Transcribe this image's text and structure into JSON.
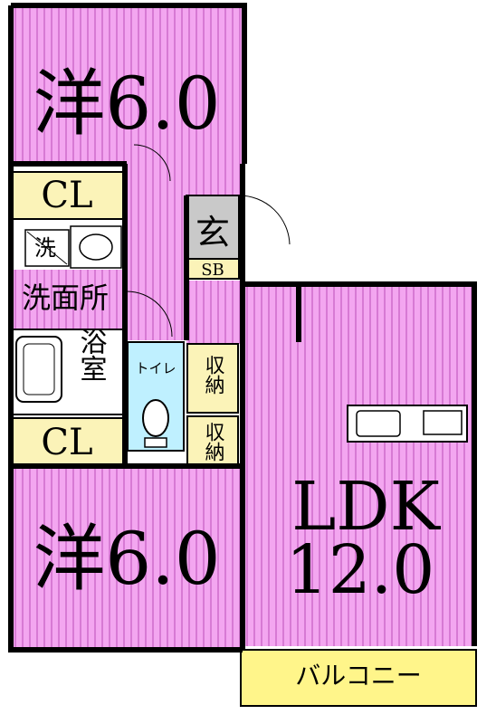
{
  "rooms": {
    "bedroom_north": {
      "label": "洋6.0"
    },
    "bedroom_south": {
      "label": "洋6.0"
    },
    "ldk": {
      "label": "LDK",
      "size": "12.0"
    },
    "closet_north": {
      "label": "CL"
    },
    "closet_south": {
      "label": "CL"
    },
    "entrance": {
      "label": "玄"
    },
    "shoe_box": {
      "label": "SB"
    },
    "washer": {
      "label": "洗"
    },
    "washroom": {
      "label": "洗面所"
    },
    "bath": {
      "label": "浴室"
    },
    "toilet": {
      "label": "トイレ"
    },
    "storage_1": {
      "label": "収納"
    },
    "storage_2": {
      "label": "収納"
    },
    "balcony": {
      "label": "バルコニー"
    }
  },
  "colors": {
    "room_fill": "#f3a6f0",
    "stripe": "#d77ad4",
    "closet_fill": "#fbf3b8",
    "toilet_fill": "#bff0ff",
    "entrance_fill": "#c9c9c9",
    "balcony_fill": "#fff58a",
    "wall": "#000000"
  }
}
